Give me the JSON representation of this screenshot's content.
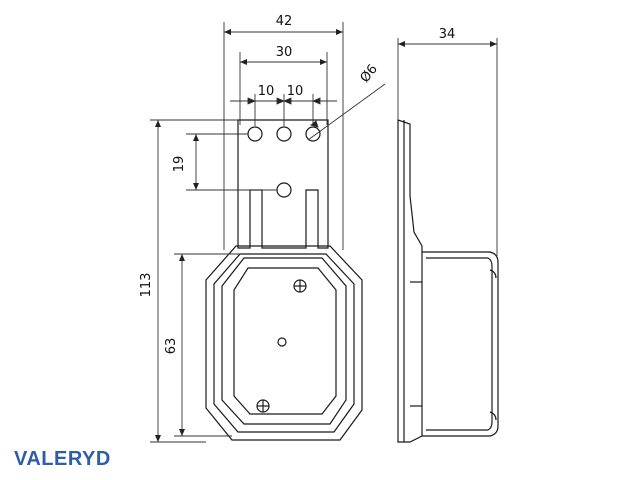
{
  "brand": {
    "name": "VALERYD",
    "color": "#2f5da8"
  },
  "dimensions": {
    "overall_width": "42",
    "hole_span": "30",
    "hole_pitch_left": "10",
    "hole_pitch_right": "10",
    "hole_diameter": "Ø6",
    "side_depth": "34",
    "hole_vertical_offset": "19",
    "overall_height": "113",
    "screw_spacing": "63"
  },
  "colors": {
    "line": "#1a1a1a",
    "dim_line": "#333333",
    "background": "#ffffff"
  }
}
